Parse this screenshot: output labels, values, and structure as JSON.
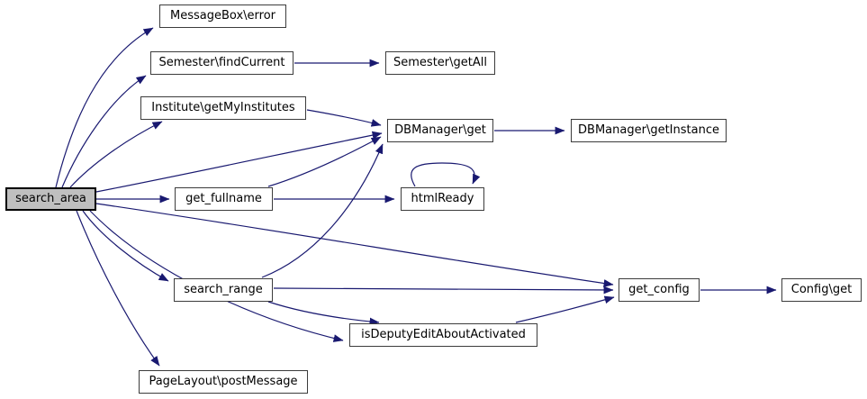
{
  "diagram": {
    "type": "call-graph",
    "colors": {
      "edge": "#191970",
      "node_fill": "#ffffff",
      "node_border": "#3c3c3c",
      "highlight_fill": "#bfbfbf",
      "highlight_border": "#000000",
      "background": "#ffffff"
    },
    "nodes": [
      {
        "id": "search_area",
        "label": "search_area",
        "highlight": true
      },
      {
        "id": "messagebox_error",
        "label": "MessageBox\\error",
        "highlight": false
      },
      {
        "id": "semester_findcurrent",
        "label": "Semester\\findCurrent",
        "highlight": false
      },
      {
        "id": "semester_getall",
        "label": "Semester\\getAll",
        "highlight": false
      },
      {
        "id": "institute_getmyinstitutes",
        "label": "Institute\\getMyInstitutes",
        "highlight": false
      },
      {
        "id": "dbmanager_get",
        "label": "DBManager\\get",
        "highlight": false
      },
      {
        "id": "dbmanager_getinstance",
        "label": "DBManager\\getInstance",
        "highlight": false
      },
      {
        "id": "get_fullname",
        "label": "get_fullname",
        "highlight": false
      },
      {
        "id": "htmlready",
        "label": "htmlReady",
        "highlight": false
      },
      {
        "id": "search_range",
        "label": "search_range",
        "highlight": false
      },
      {
        "id": "get_config",
        "label": "get_config",
        "highlight": false
      },
      {
        "id": "config_get",
        "label": "Config\\get",
        "highlight": false
      },
      {
        "id": "isdeputy",
        "label": "isDeputyEditAboutActivated",
        "highlight": false
      },
      {
        "id": "pagelayout_postmessage",
        "label": "PageLayout\\postMessage",
        "highlight": false
      }
    ],
    "edges": [
      {
        "from": "search_area",
        "to": "messagebox_error"
      },
      {
        "from": "search_area",
        "to": "semester_findcurrent"
      },
      {
        "from": "search_area",
        "to": "institute_getmyinstitutes"
      },
      {
        "from": "search_area",
        "to": "dbmanager_get"
      },
      {
        "from": "search_area",
        "to": "get_fullname"
      },
      {
        "from": "search_area",
        "to": "search_range"
      },
      {
        "from": "search_area",
        "to": "get_config"
      },
      {
        "from": "search_area",
        "to": "isdeputy"
      },
      {
        "from": "search_area",
        "to": "pagelayout_postmessage"
      },
      {
        "from": "semester_findcurrent",
        "to": "semester_getall"
      },
      {
        "from": "institute_getmyinstitutes",
        "to": "dbmanager_get"
      },
      {
        "from": "dbmanager_get",
        "to": "dbmanager_getinstance"
      },
      {
        "from": "get_fullname",
        "to": "dbmanager_get"
      },
      {
        "from": "get_fullname",
        "to": "htmlready"
      },
      {
        "from": "htmlready",
        "to": "htmlready"
      },
      {
        "from": "search_range",
        "to": "dbmanager_get"
      },
      {
        "from": "search_range",
        "to": "get_config"
      },
      {
        "from": "search_range",
        "to": "isdeputy"
      },
      {
        "from": "isdeputy",
        "to": "get_config"
      },
      {
        "from": "get_config",
        "to": "config_get"
      }
    ]
  }
}
